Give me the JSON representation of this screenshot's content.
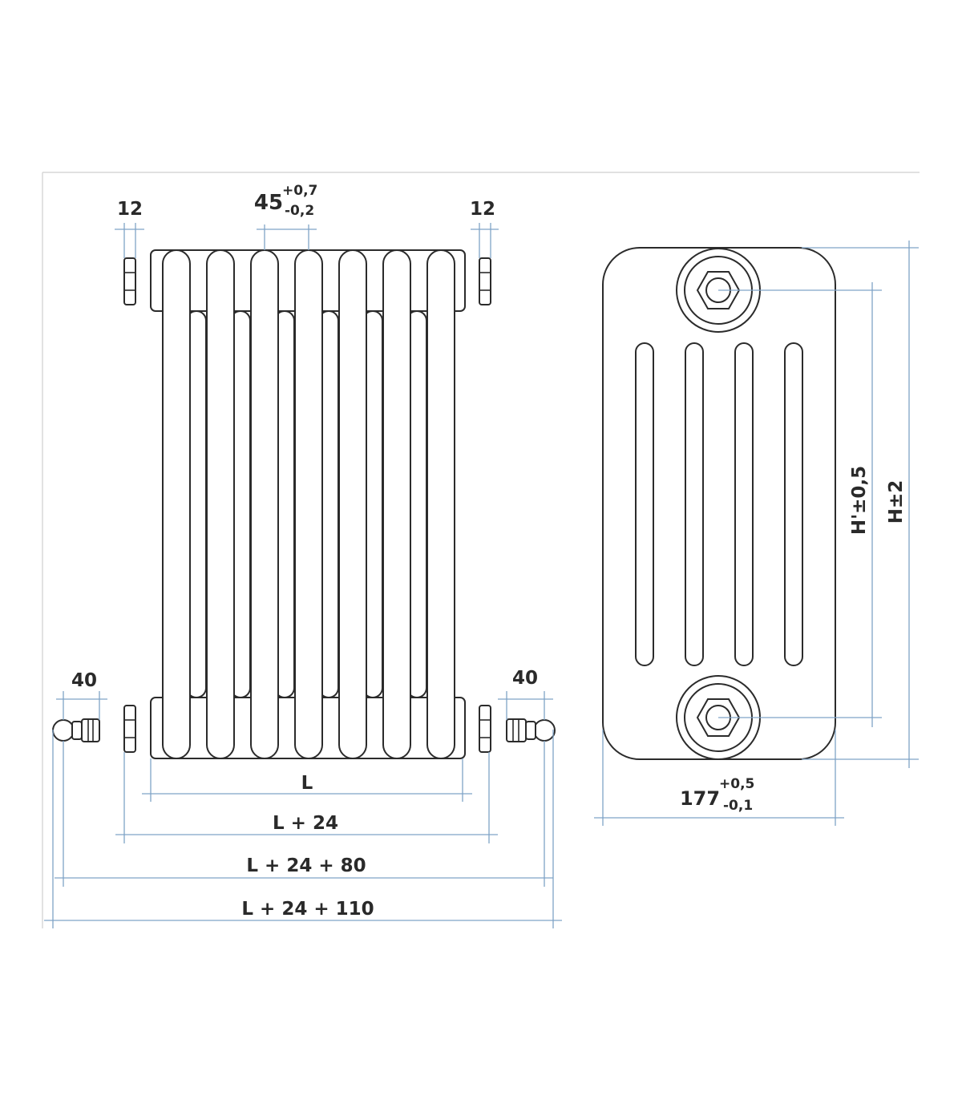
{
  "front_view": {
    "top_left_offset": "12",
    "top_right_offset": "12",
    "pitch": {
      "value": "45",
      "upper_tol": "+0,7",
      "lower_tol": "-0,2"
    },
    "valve_left": "40",
    "valve_right": "40",
    "length": "L",
    "length_plus_plugs": "L + 24",
    "length_plus_valves": "L + 24 + 80",
    "length_total": "L + 24 + 110"
  },
  "side_view": {
    "depth": {
      "value": "177",
      "upper_tol": "+0,5",
      "lower_tol": "-0,1"
    },
    "connection_centers": "H'±0,5",
    "height": "H±2"
  },
  "colors": {
    "outline": "#2b2b2b",
    "dimension_line": "#7fa3c7",
    "frame": "#cfcfcf"
  }
}
